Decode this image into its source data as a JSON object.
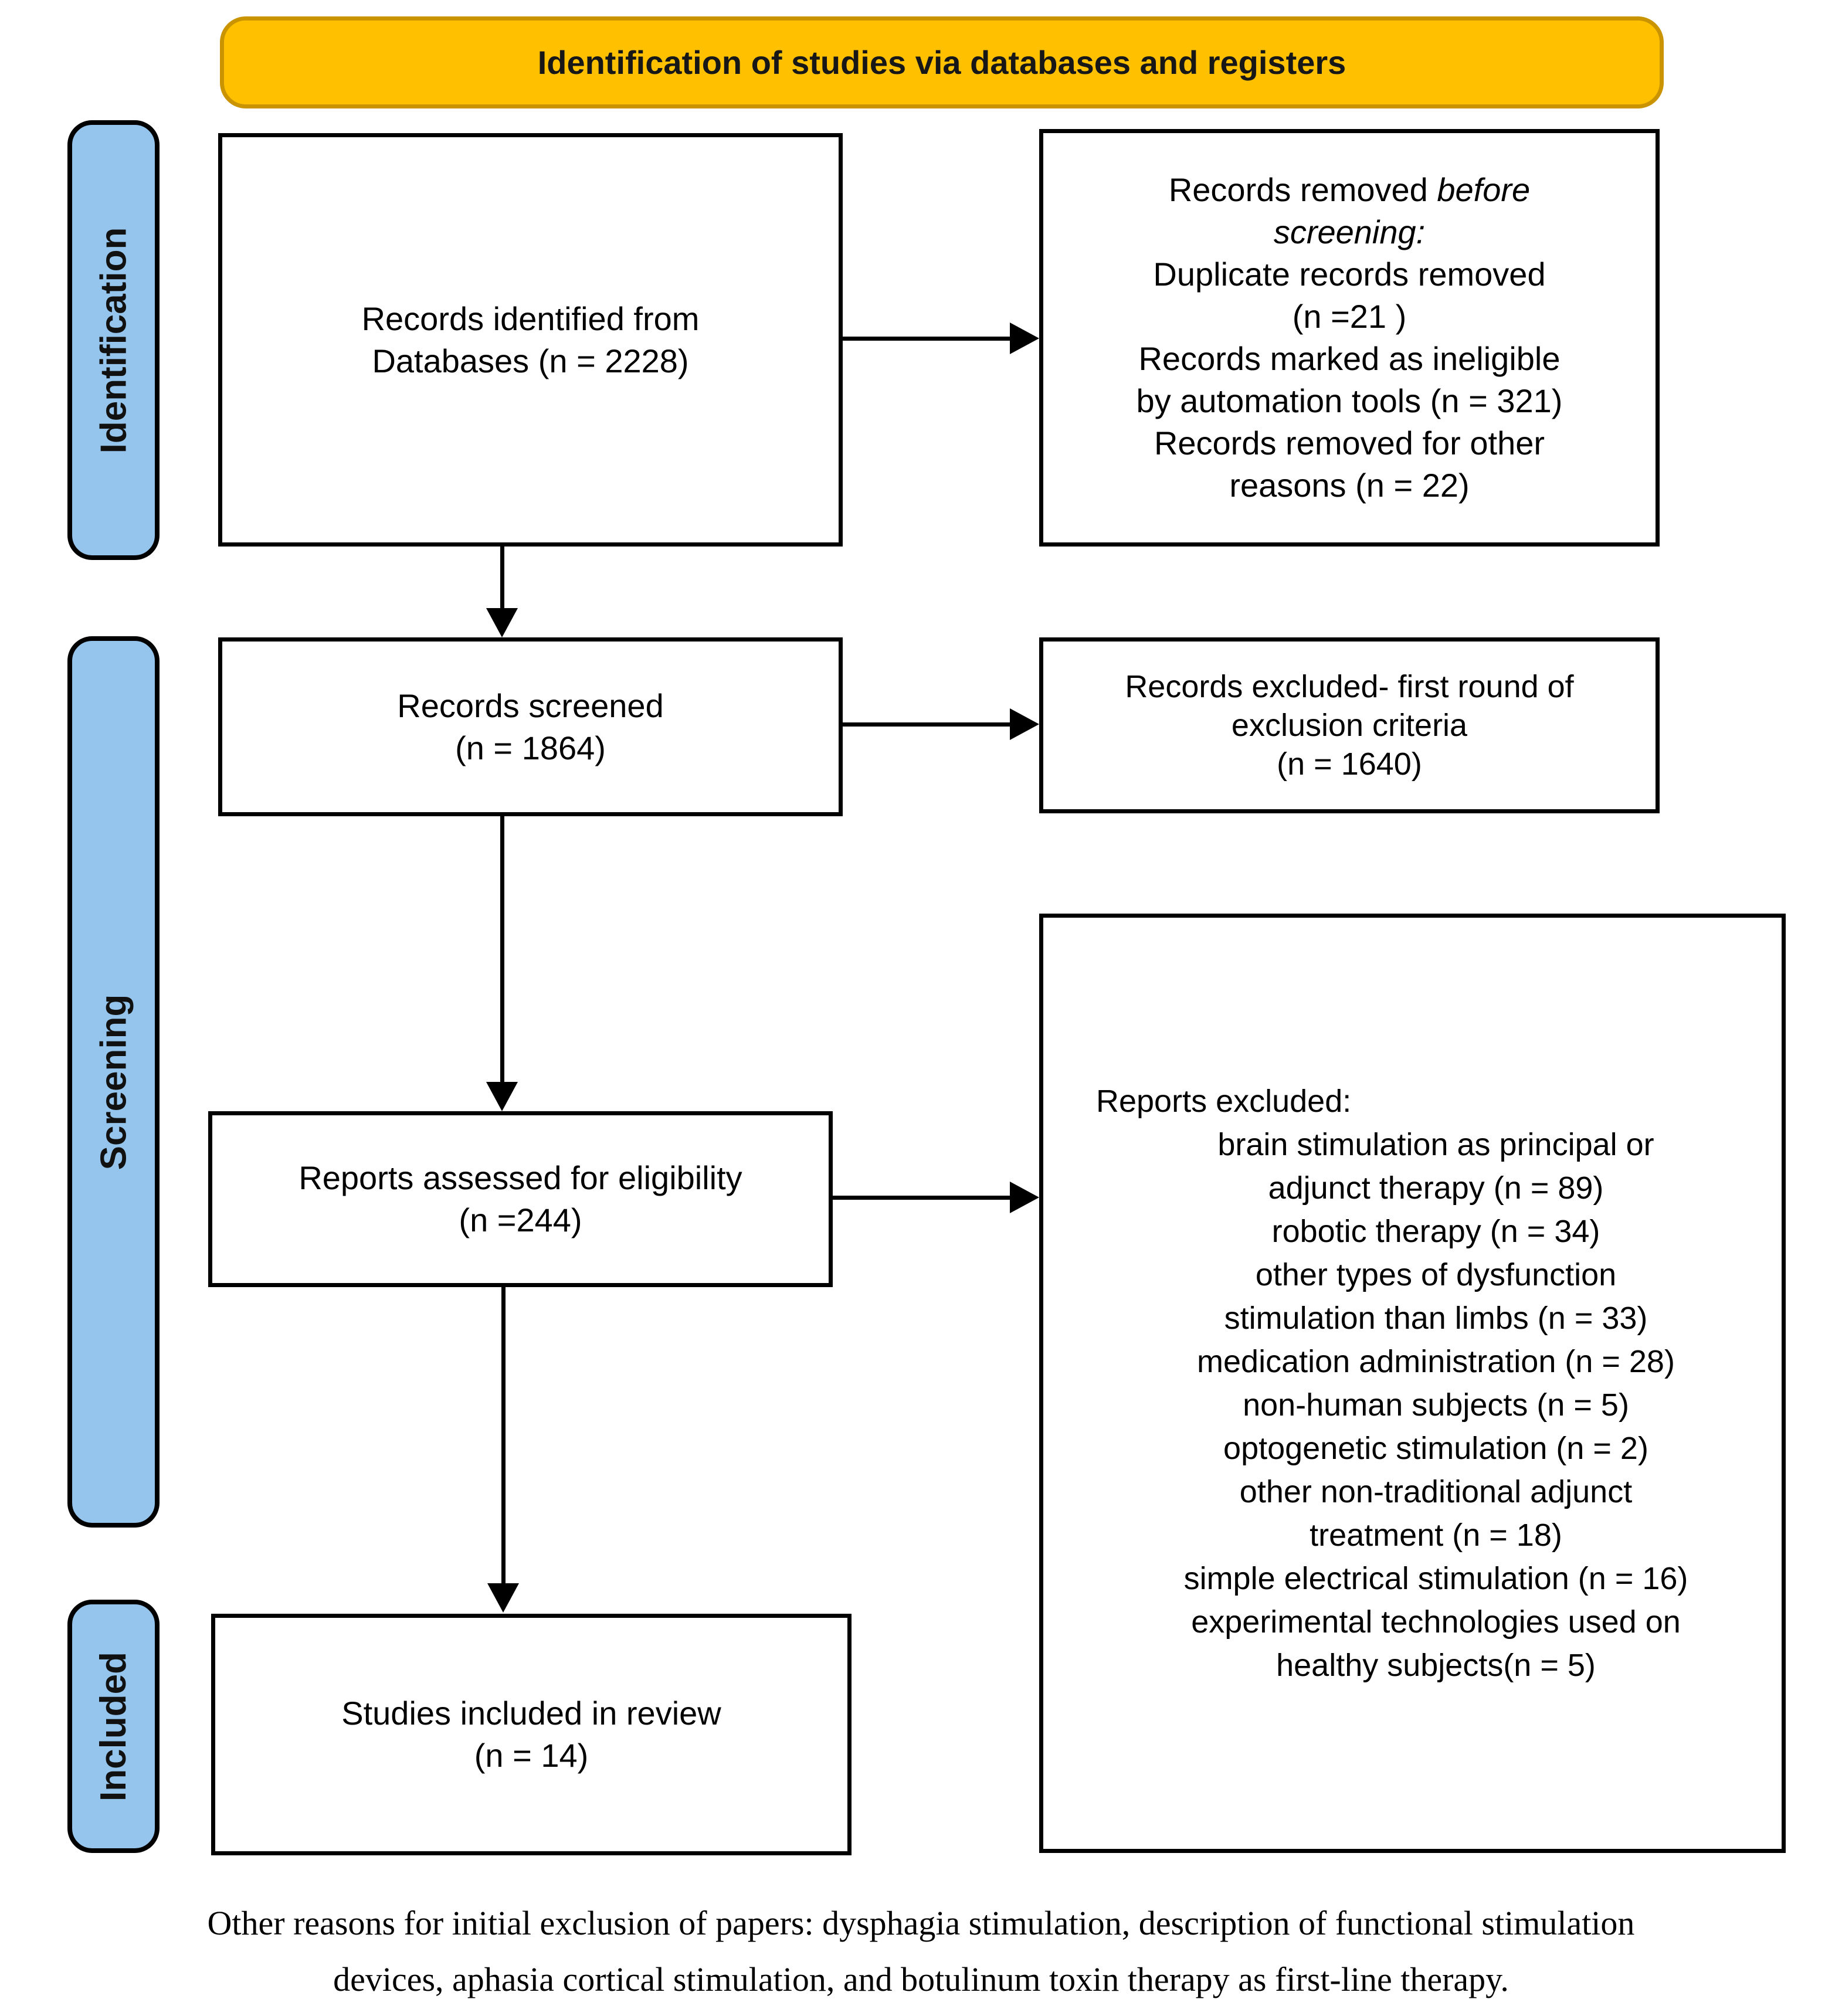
{
  "title_banner": {
    "label": "Identification of studies via databases and registers"
  },
  "stages": {
    "identification": "Identification",
    "screening": "Screening",
    "included": "Included"
  },
  "boxes": {
    "records_identified": {
      "lines": [
        {
          "seg": [
            {
              "t": "Records identified from"
            }
          ]
        },
        {
          "seg": [
            {
              "t": "Databases (n = 2228)"
            }
          ]
        }
      ]
    },
    "records_removed": {
      "lines": [
        {
          "seg": [
            {
              "t": "Records removed "
            },
            {
              "t": "before",
              "i": true
            }
          ]
        },
        {
          "seg": [
            {
              "t": "screening:",
              "i": true
            }
          ]
        },
        {
          "seg": [
            {
              "t": "Duplicate records removed"
            }
          ]
        },
        {
          "seg": [
            {
              "t": "(n =21 )"
            }
          ]
        },
        {
          "seg": [
            {
              "t": "Records marked as ineligible"
            }
          ]
        },
        {
          "seg": [
            {
              "t": "by automation tools (n = 321)"
            }
          ]
        },
        {
          "seg": [
            {
              "t": "Records removed for other"
            }
          ]
        },
        {
          "seg": [
            {
              "t": "reasons (n = 22)"
            }
          ]
        }
      ]
    },
    "records_screened": {
      "lines": [
        {
          "seg": [
            {
              "t": "Records screened"
            }
          ]
        },
        {
          "seg": [
            {
              "t": "(n = 1864)"
            }
          ]
        }
      ]
    },
    "records_excluded_first_round": {
      "lines": [
        {
          "seg": [
            {
              "t": "Records excluded- first round of"
            }
          ]
        },
        {
          "seg": [
            {
              "t": "exclusion criteria"
            }
          ]
        },
        {
          "seg": [
            {
              "t": "(n = 1640)"
            }
          ]
        }
      ]
    },
    "reports_assessed": {
      "lines": [
        {
          "seg": [
            {
              "t": "Reports assessed for eligibility"
            }
          ]
        },
        {
          "seg": [
            {
              "t": "(n =244)"
            }
          ]
        }
      ]
    },
    "reports_excluded": {
      "lines": [
        {
          "align": "left",
          "seg": [
            {
              "t": "Reports excluded:"
            }
          ]
        },
        {
          "seg": [
            {
              "t": "brain stimulation as principal or"
            }
          ]
        },
        {
          "seg": [
            {
              "t": "adjunct therapy (n = 89)"
            }
          ]
        },
        {
          "seg": [
            {
              "t": "robotic therapy (n = 34)"
            }
          ]
        },
        {
          "seg": [
            {
              "t": "other types of dysfunction"
            }
          ]
        },
        {
          "seg": [
            {
              "t": "stimulation than limbs  (n = 33)"
            }
          ]
        },
        {
          "seg": [
            {
              "t": "medication administration (n = 28)"
            }
          ]
        },
        {
          "seg": [
            {
              "t": "non-human subjects (n = 5)"
            }
          ]
        },
        {
          "seg": [
            {
              "t": "optogenetic stimulation (n = 2)"
            }
          ]
        },
        {
          "seg": [
            {
              "t": "other non-traditional adjunct"
            }
          ]
        },
        {
          "seg": [
            {
              "t": "treatment (n = 18)"
            }
          ]
        },
        {
          "seg": [
            {
              "t": "simple electrical stimulation (n = 16)"
            }
          ]
        },
        {
          "seg": [
            {
              "t": "experimental technologies used on"
            }
          ]
        },
        {
          "seg": [
            {
              "t": "healthy subjects(n = 5)"
            }
          ]
        }
      ]
    },
    "studies_included": {
      "lines": [
        {
          "seg": [
            {
              "t": "Studies included in review"
            }
          ]
        },
        {
          "seg": [
            {
              "t": "(n = 14)"
            }
          ]
        }
      ]
    }
  },
  "caption": {
    "lines": [
      {
        "seg": [
          {
            "t": "Other reasons for initial exclusion of papers: dysphagia stimulation, description of functional stimulation"
          }
        ]
      },
      {
        "seg": [
          {
            "t": "devices, aphasia cortical stimulation, and botulinum toxin therapy as first-line therapy."
          }
        ]
      }
    ]
  },
  "colors": {
    "banner_fill": "#FFC000",
    "banner_border": "#C99400",
    "stage_fill": "#95C5EC",
    "box_border": "#000000",
    "arrow": "#000000"
  }
}
